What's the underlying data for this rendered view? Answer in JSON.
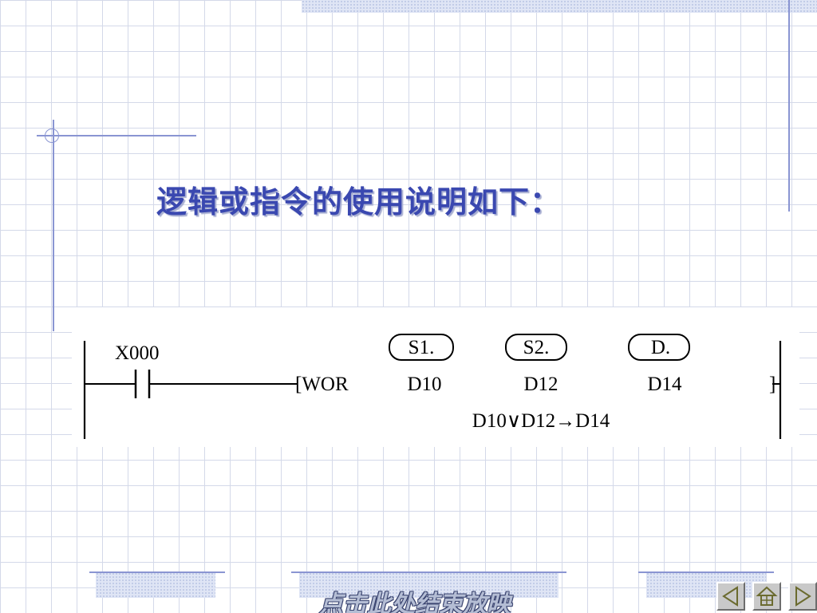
{
  "slide": {
    "title": "逻辑或指令的使用说明如下：",
    "end_show_label": "点击此处结束放映"
  },
  "diagram": {
    "contact_label": "X000",
    "instruction": "[WOR",
    "operand_headers": [
      "S1.",
      "S2.",
      "D."
    ],
    "operand_values": [
      "D10",
      "D12",
      "D14"
    ],
    "closing_bracket": "]",
    "expression": "D10∨D12→D14"
  },
  "navigation": {
    "buttons": [
      "previous",
      "home",
      "next"
    ]
  },
  "colors": {
    "title": "#3a48b0",
    "grid": "#d4d9e9",
    "accent_line": "#8a95d2",
    "nav_button": "#c9c9c9",
    "nav_arrow": "#7a7a3a"
  }
}
